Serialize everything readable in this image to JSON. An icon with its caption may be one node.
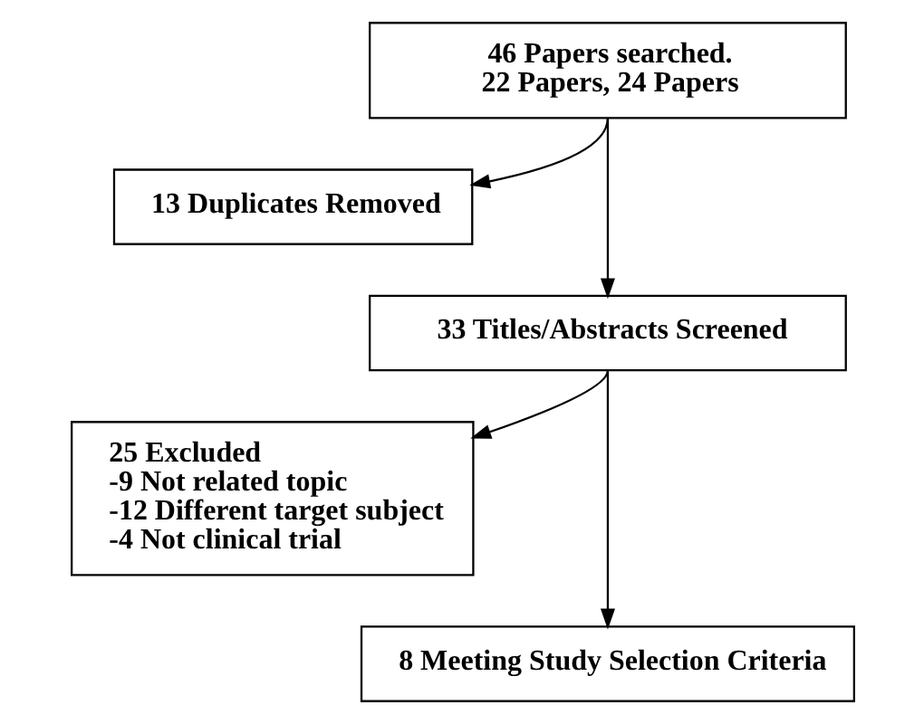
{
  "diagram": {
    "nodes": [
      {
        "text": [
          "46 Papers searched.",
          "22 Papers, 24 Papers"
        ]
      },
      {
        "text": [
          "13 Duplicates Removed"
        ]
      },
      {
        "text": [
          "33 Titles/Abstracts Screened"
        ]
      },
      {
        "text": [
          "25 Excluded",
          "-9 Not related topic",
          "-12 Different target subject",
          "-4 Not clinical trial"
        ]
      },
      {
        "text": [
          "8 Meeting Study Selection Criteria"
        ]
      }
    ],
    "edges": [
      {
        "from": 0,
        "to": 1,
        "arrow": "to"
      },
      {
        "from": 0,
        "to": 2,
        "arrow": "to"
      },
      {
        "from": 2,
        "to": 3,
        "arrow": "to"
      },
      {
        "from": 2,
        "to": 4,
        "arrow": "to"
      }
    ]
  }
}
